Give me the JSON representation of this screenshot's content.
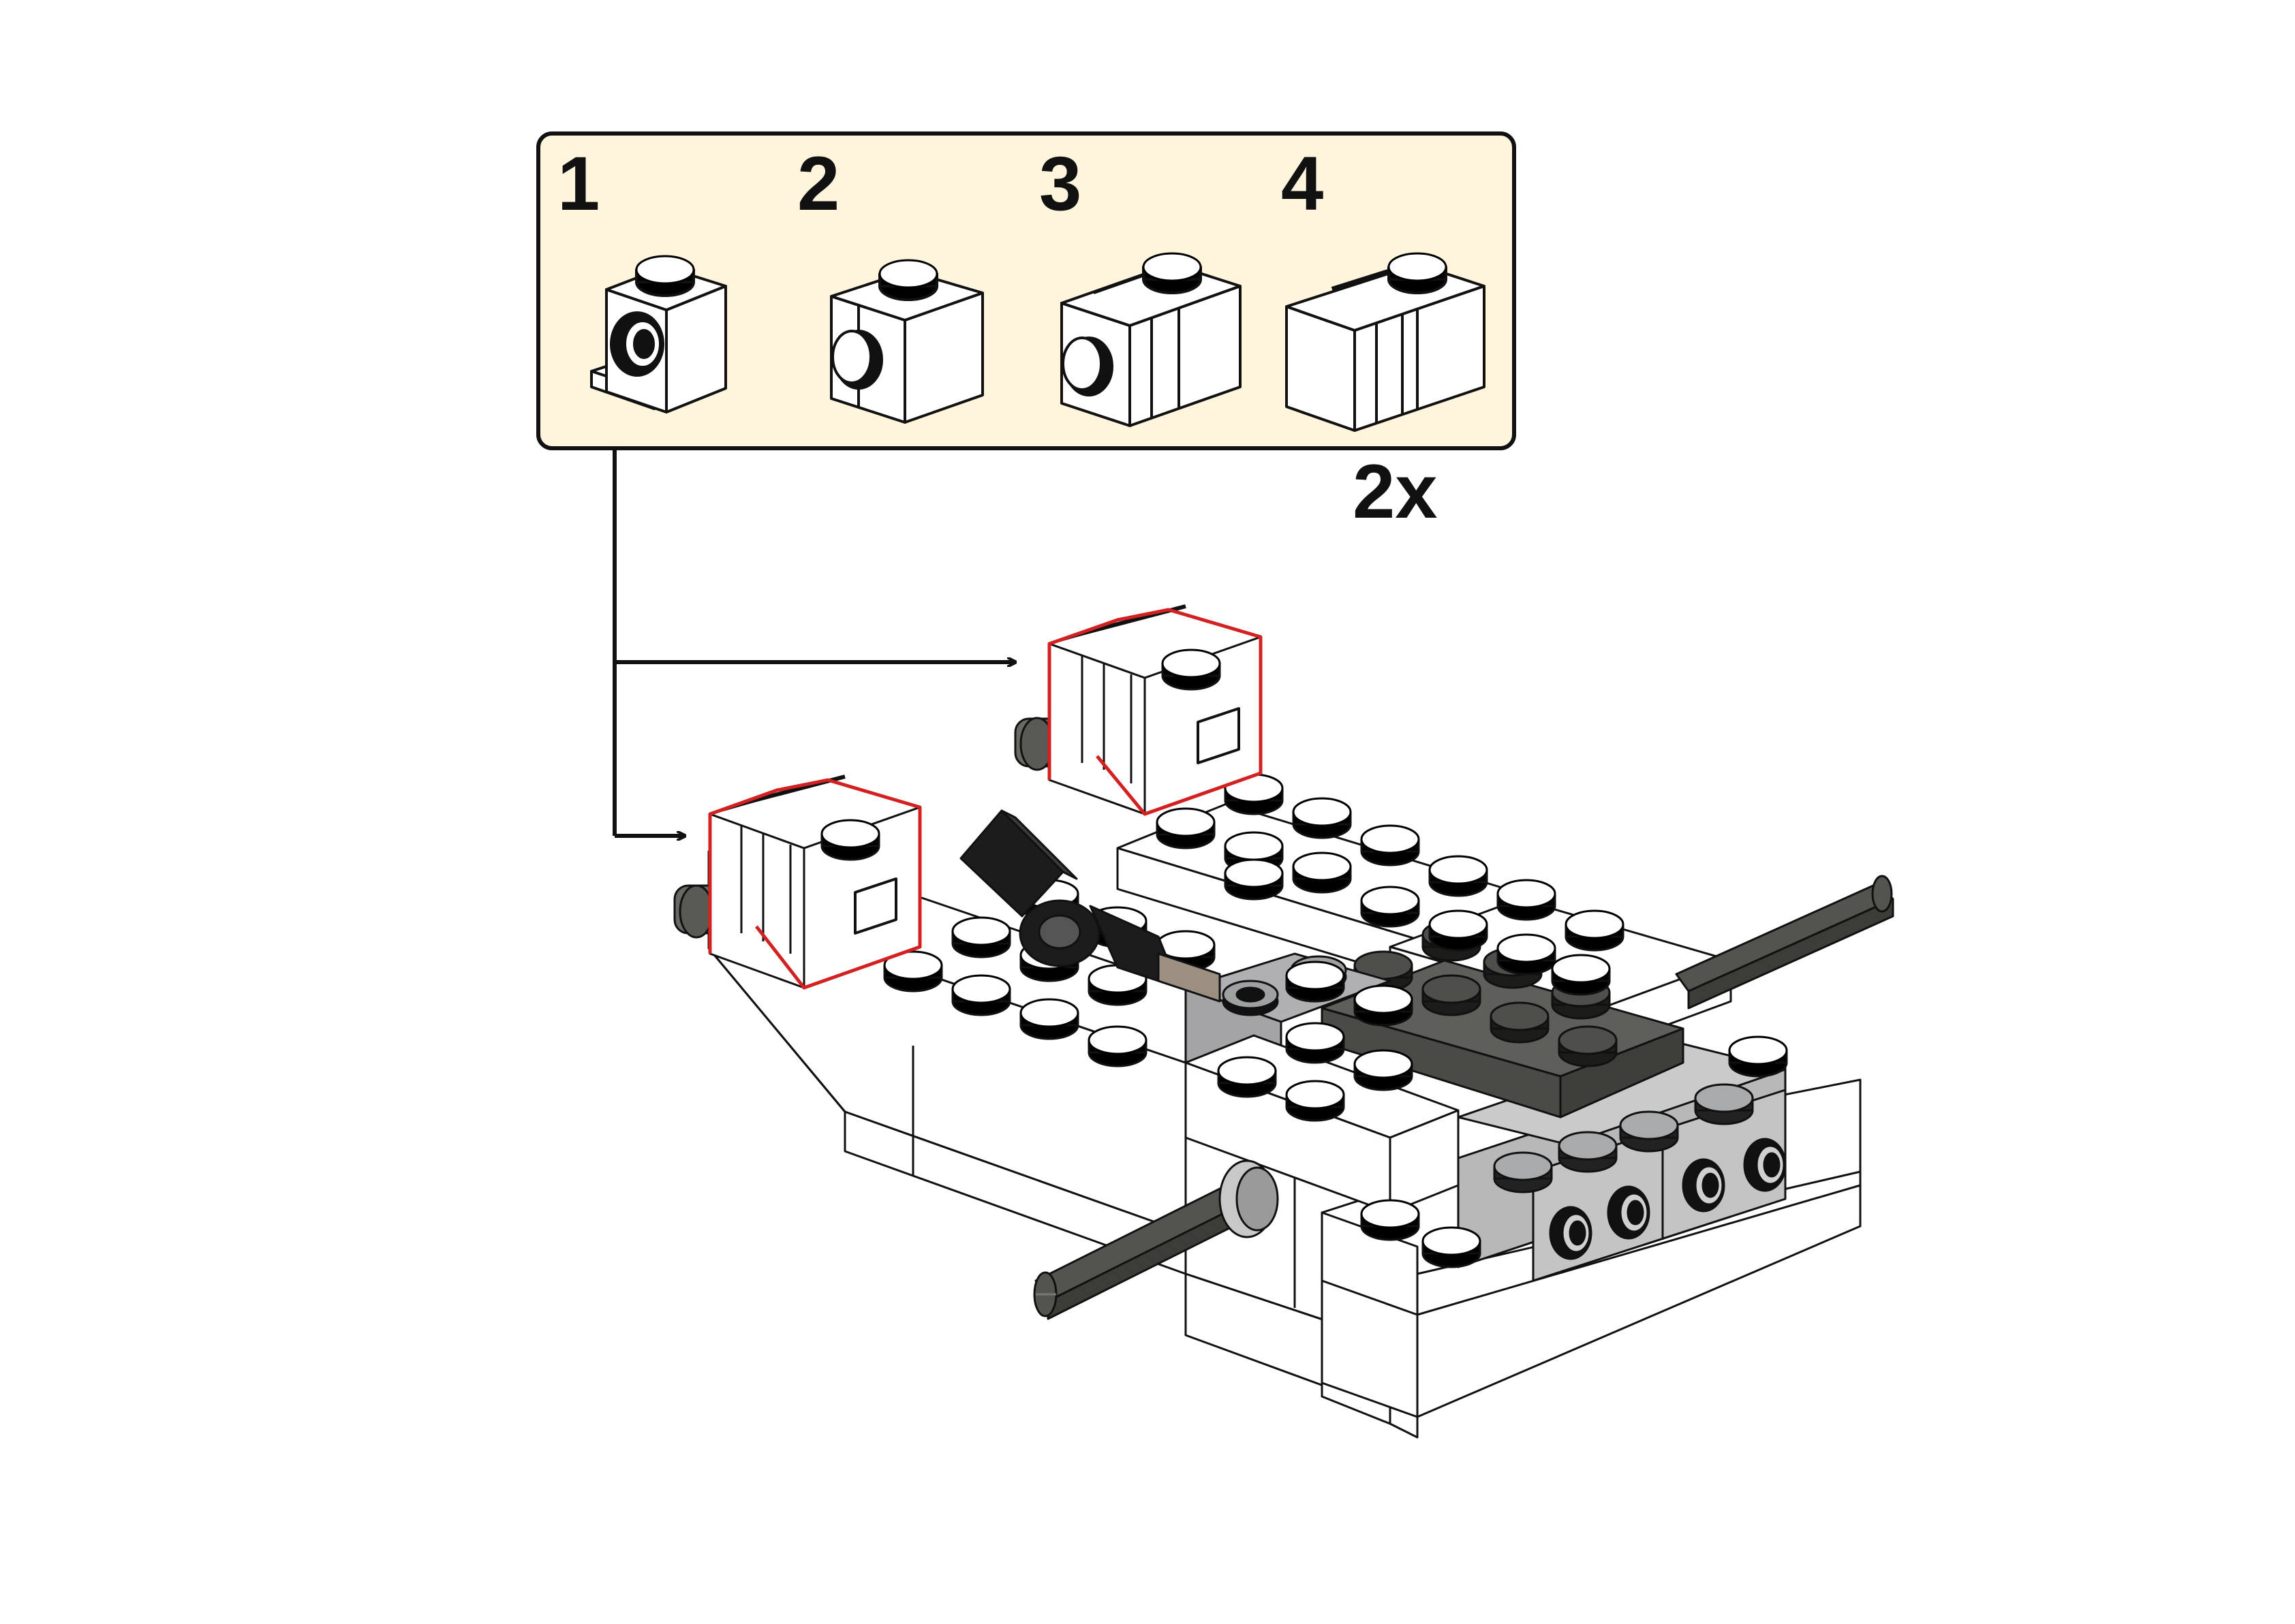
{
  "substep_panel": {
    "background": "#FFF4DC",
    "steps": [
      {
        "number": "1",
        "part": "brick-1x1-with-clip-plate"
      },
      {
        "number": "2",
        "part": "brick-1x1-with-pin"
      },
      {
        "number": "3",
        "part": "bricks-1x1-and-1x2-with-pin"
      },
      {
        "number": "4",
        "part": "bricks-1x1-and-1x2-stacked"
      }
    ],
    "multiplier": "2x"
  },
  "colors": {
    "highlight_outline": "#D32020",
    "line": "#111111",
    "brick_white": "#FFFFFF",
    "brick_light_gray": "#B8B8B8",
    "brick_dark_gray": "#5E5E5A",
    "axle": "#54544E",
    "brick_black": "#1C1C1C"
  },
  "icons": {
    "arrow": "arrow-right-icon",
    "new_parts": "highlighted-brick-icon"
  }
}
